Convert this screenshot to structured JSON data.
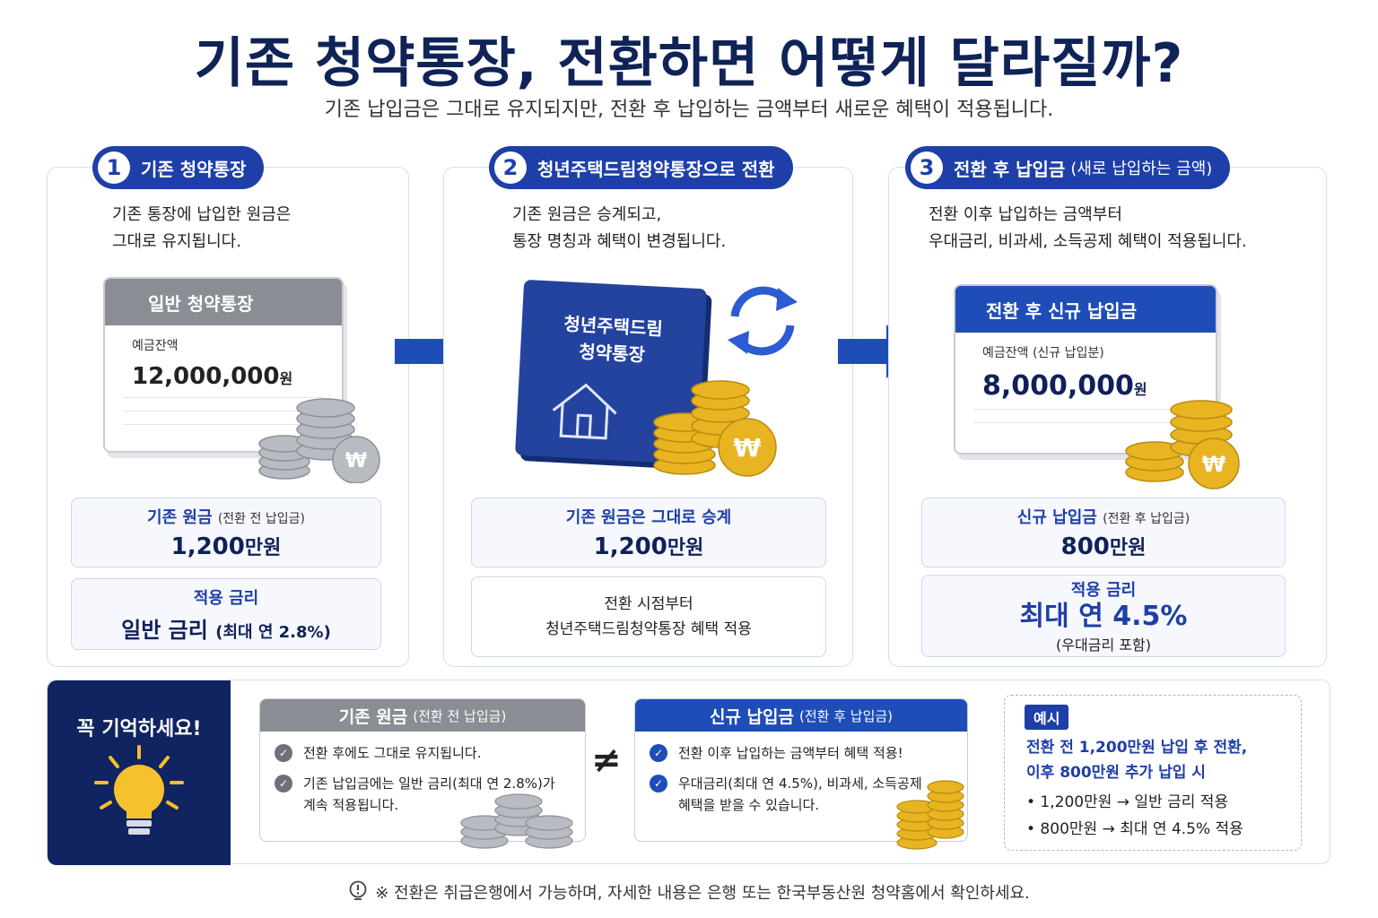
{
  "header": {
    "title": "기존 청약통장, 전환하면 어떻게 달라질까?",
    "subtitle": "기존 납입금은 그대로 유지되지만, 전환 후 납입하는 금액부터 새로운 혜택이 적용됩니다."
  },
  "steps": [
    {
      "num": "1",
      "title": "기존 청약통장",
      "desc1": "기존 통장에 납입한 원금은",
      "desc2": "그대로 유지됩니다.",
      "card_title": "일반 청약통장",
      "card_caption": "예금잔액",
      "card_amount": "12,000,000",
      "card_unit": "원",
      "box1_label": "기존 원금",
      "box1_sub": "(전환 전 납입금)",
      "box1_value": "1,200",
      "box1_unit": "만원",
      "box2_label": "적용 금리",
      "box2_value": "일반 금리",
      "box2_sub": "(최대 연 2.8%)"
    },
    {
      "num": "2",
      "title": "청년주택드림청약통장으로 전환",
      "desc1": "기존 원금은 승계되고,",
      "desc2": "통장 명칭과 혜택이 변경됩니다.",
      "book_line1": "청년주택드림",
      "book_line2": "청약통장",
      "box1_label": "기존 원금은 그대로 승계",
      "box1_value": "1,200",
      "box1_unit": "만원",
      "box2_line1": "전환 시점부터",
      "box2_line2": "청년주택드림청약통장 혜택 적용"
    },
    {
      "num": "3",
      "title": "전환 후 납입금",
      "title_sub": "(새로 납입하는 금액)",
      "desc1": "전환 이후 납입하는 금액부터",
      "desc2": "우대금리, 비과세, 소득공제 혜택이 적용됩니다.",
      "card_title": "전환 후 신규 납입금",
      "card_caption": "예금잔액  (신규 납입분)",
      "card_amount": "8,000,000",
      "card_unit": "원",
      "box1_label": "신규 납입금",
      "box1_sub": "(전환 후 납입금)",
      "box1_value": "800",
      "box1_unit": "만원",
      "box2_label": "적용 금리",
      "box2_value": "최대 연 4.5%",
      "box2_note": "(우대금리 포함)"
    }
  ],
  "bottom": {
    "remember": "꼭 기억하세요!",
    "left_card": {
      "title": "기존 원금",
      "sub": "(전환 전 납입금)",
      "item1": "전환 후에도 그대로 유지됩니다.",
      "item2a": "기존 납입금에는 일반 금리(최대 연 2.8%)가",
      "item2b": "계속 적용됩니다."
    },
    "neq": "≠",
    "right_card": {
      "title": "신규 납입금",
      "sub": "(전환 후 납입금)",
      "item1": "전환 이후 납입하는 금액부터 혜택 적용!",
      "item2a": "우대금리(최대 연 4.5%), 비과세, 소득공제",
      "item2b": "혜택을 받을 수 있습니다."
    },
    "example": {
      "tag": "예시",
      "line1": "전환 전 1,200만원 납입 후 전환,",
      "line2": "이후 800만원 추가 납입 시",
      "bullet1": "• 1,200만원  →  일반 금리 적용",
      "bullet2": "• 800만원    →  최대 연 4.5% 적용"
    }
  },
  "footer": "※ 전환은 취급은행에서 가능하며, 자세한 내용은 은행 또는 한국부동산원 청약홈에서 확인하세요.",
  "icons": [
    "arrow-right-icon",
    "refresh-icon",
    "house-icon",
    "won-coin-icon",
    "lightbulb-icon",
    "check-icon",
    "info-icon"
  ],
  "colors": {
    "primary": "#1e3fa8",
    "navy": "#0f2357",
    "gray_header": "#8a8d93",
    "gold": "#e8b422",
    "silver": "#b8bbc1"
  }
}
